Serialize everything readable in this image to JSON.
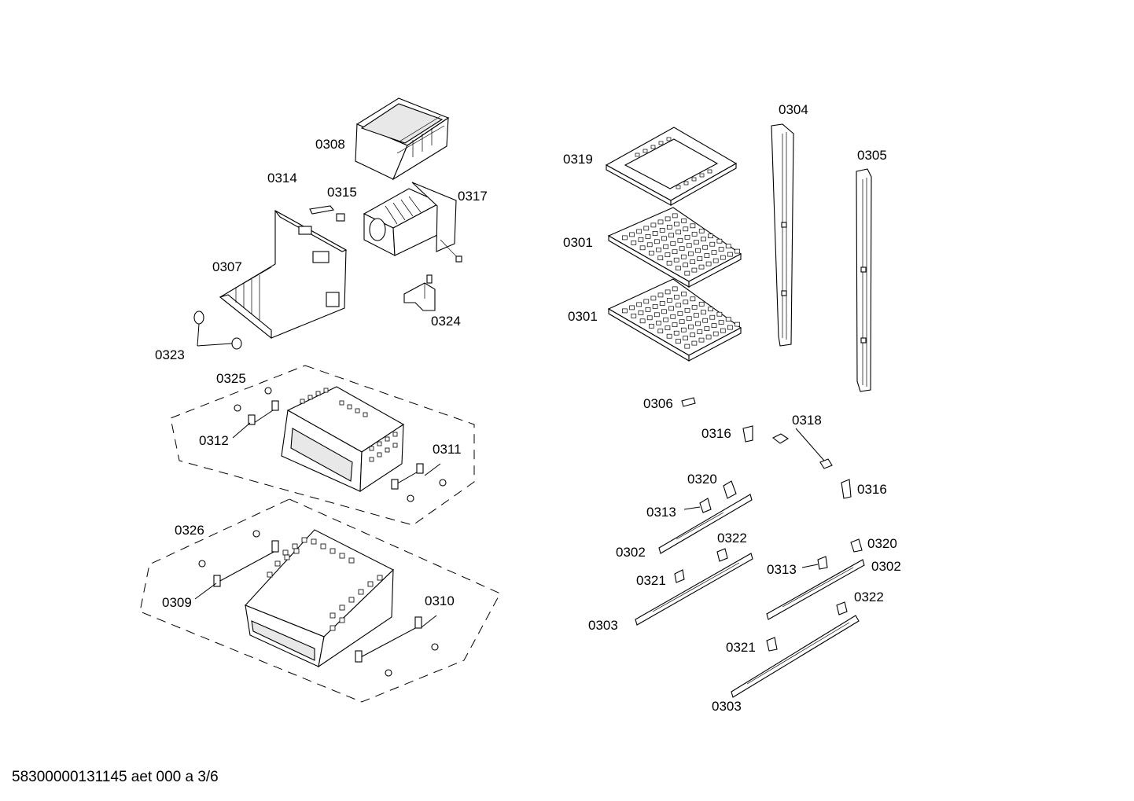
{
  "footer_text": "58300000131145 aet 000 a 3/6",
  "callouts": {
    "c0308": "0308",
    "c0314": "0314",
    "c0315": "0315",
    "c0317": "0317",
    "c0307": "0307",
    "c0324": "0324",
    "c0323": "0323",
    "c0325": "0325",
    "c0312": "0312",
    "c0311": "0311",
    "c0326": "0326",
    "c0309": "0309",
    "c0310": "0310",
    "c0319": "0319",
    "c0304": "0304",
    "c0305": "0305",
    "c0301a": "0301",
    "c0301b": "0301",
    "c0306": "0306",
    "c0316a": "0316",
    "c0318": "0318",
    "c0316b": "0316",
    "c0320a": "0320",
    "c0313a": "0313",
    "c0322a": "0322",
    "c0302a": "0302",
    "c0321a": "0321",
    "c0303a": "0303",
    "c0320b": "0320",
    "c0313b": "0313",
    "c0302b": "0302",
    "c0322b": "0322",
    "c0321b": "0321",
    "c0303b": "0303"
  }
}
